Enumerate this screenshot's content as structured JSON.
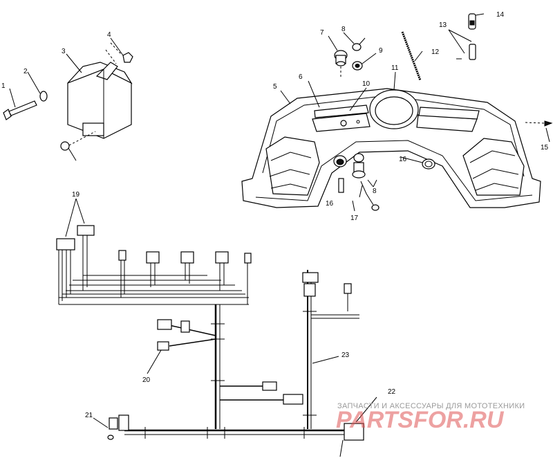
{
  "callouts": {
    "c1": "1",
    "c2": "2",
    "c3": "3",
    "c4": "4",
    "c5": "5",
    "c6": "6",
    "c7": "7",
    "c8a": "8",
    "c8b": "8",
    "c9": "9",
    "c10": "10",
    "c11": "11",
    "c12": "12",
    "c13": "13",
    "c14": "14",
    "c15": "15",
    "c16a": "16",
    "c16b": "16",
    "c17": "17",
    "c19": "19",
    "c20": "20",
    "c21": "21",
    "c22": "22",
    "c23": "23"
  },
  "watermark": {
    "tagline": "ЗАПЧАСТИ И АКСЕССУАРЫ ДЛЯ МОТОТЕХНИКИ",
    "logo": "PARTSFOR.RU",
    "color": "#e05555"
  }
}
